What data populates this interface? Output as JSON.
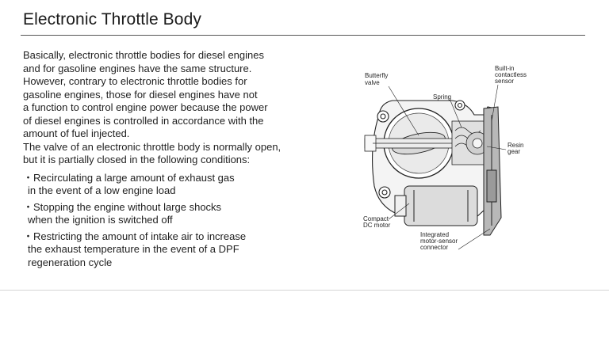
{
  "title": "Electronic Throttle Body",
  "intro": [
    "Basically, electronic throttle bodies for diesel engines",
    "and for gasoline engines have the same structure.",
    "However, contrary to electronic throttle bodies for",
    "gasoline engines, those for diesel engines have not",
    "a function to control engine power because the power",
    "of diesel engines is controlled in accordance with the",
    "amount of fuel injected.",
    "The valve of an electronic throttle body is normally open,",
    "but it is partially closed in the following conditions:"
  ],
  "bullets": [
    [
      "・Recirculating a large amount of exhaust gas",
      "in the event of a low engine load"
    ],
    [
      "・Stopping the engine without large shocks",
      "when the ignition is switched off"
    ],
    [
      "・Restricting the amount of intake air to increase",
      "the exhaust temperature in the event of a DPF",
      "regeneration cycle"
    ]
  ],
  "diagram": {
    "butterfly": [
      "Butterfly",
      "valve"
    ],
    "sensor": [
      "Built-in",
      "contactless",
      "sensor"
    ],
    "spring": "Spring",
    "gear": [
      "Resin",
      "gear"
    ],
    "motor": [
      "Compact",
      "DC motor"
    ],
    "connector": [
      "Integrated",
      "motor-sensor",
      "connector"
    ]
  }
}
